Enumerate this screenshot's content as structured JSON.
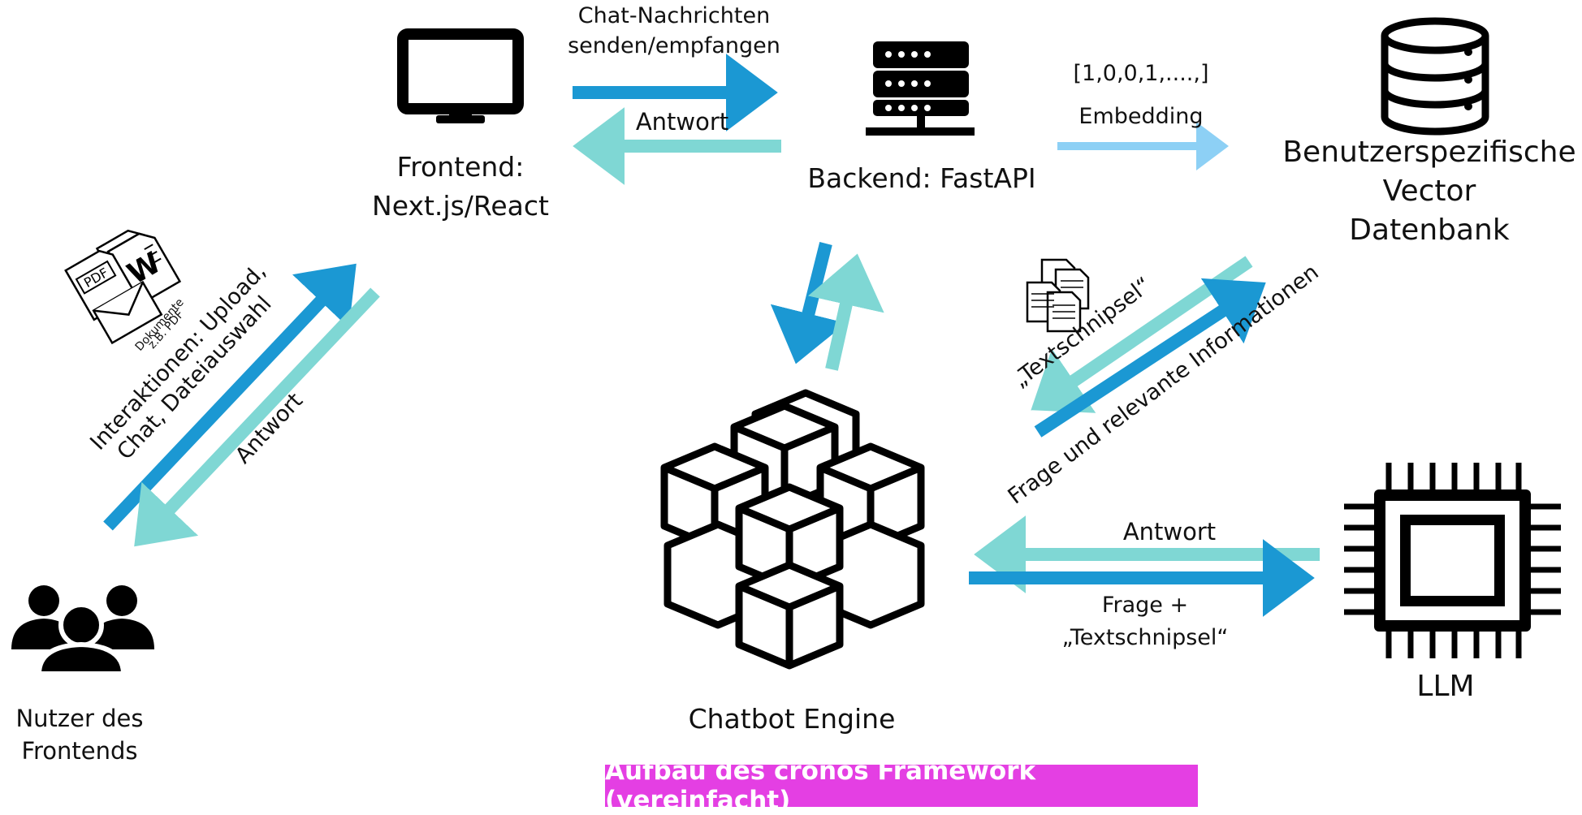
{
  "colors": {
    "arrow_dark": "#1b98d3",
    "arrow_light": "#7fd7d4",
    "arrow_pale": "#8dd0f5",
    "banner_bg": "#e43fe3",
    "banner_text": "#ffffff",
    "icon": "#000000"
  },
  "nodes": {
    "frontend": {
      "label_line1": "Frontend:",
      "label_line2": "Next.js/React",
      "icon": "monitor-icon"
    },
    "backend": {
      "label": "Backend: FastAPI",
      "icon": "server-icon"
    },
    "vector_db": {
      "label_line1": "Benutzerspezifische",
      "label_line2": "Vector",
      "label_line3": "Datenbank",
      "icon": "database-icon"
    },
    "chatbot_engine": {
      "label": "Chatbot Engine",
      "icon": "cubes-icon"
    },
    "llm": {
      "label": "LLM",
      "icon": "chip-icon"
    },
    "users": {
      "label_line1": "Nutzer des",
      "label_line2": "Frontends",
      "icon": "users-icon"
    }
  },
  "documents": {
    "pdf_text": "PDF",
    "word_text": "W",
    "label_line1": "Dokumente",
    "label_line2": "z.B. PDF"
  },
  "edges": {
    "frontend_to_backend": {
      "line1": "Chat-Nachrichten",
      "line2": "senden/empfangen"
    },
    "backend_to_frontend": "Antwort",
    "backend_to_db_vector": "[1,0,0,1,....,]",
    "backend_to_db": "Embedding",
    "users_to_frontend_line1": "Interaktionen: Upload,",
    "users_to_frontend_line2": "Chat, Dateiauswahl",
    "frontend_to_users": "Antwort",
    "db_to_engine": "„Textschnipsel“",
    "engine_to_db": "Frage und relevante Informationen",
    "llm_to_engine": "Antwort",
    "engine_to_llm": {
      "line1": "Frage +",
      "line2": "„Textschnipsel“"
    }
  },
  "banner": "Aufbau des cronos Framework (vereinfacht)"
}
